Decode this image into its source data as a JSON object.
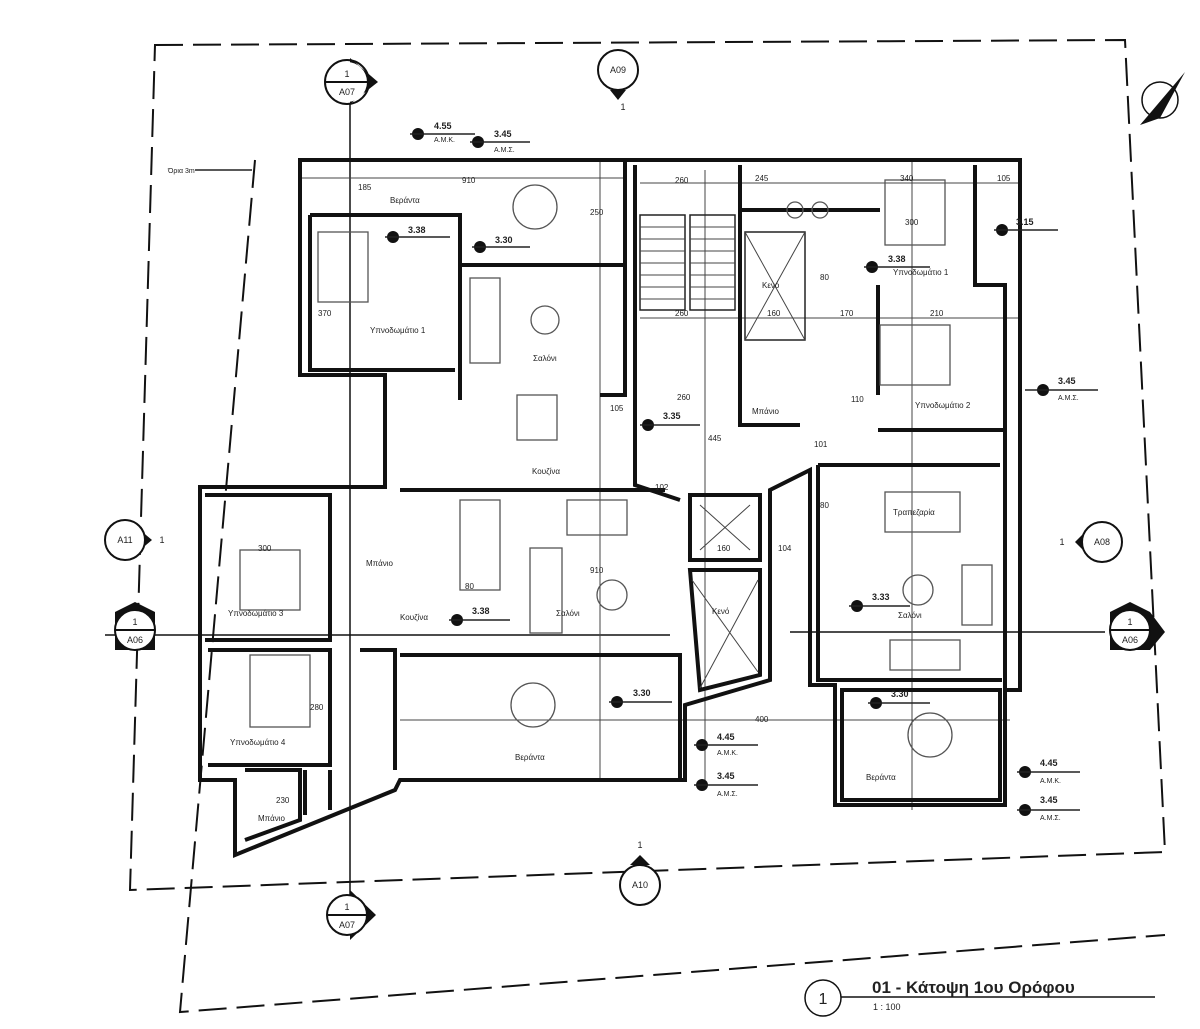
{
  "title": {
    "number": "1",
    "name": "01 - Κάτοψη 1ου Ορόφου",
    "scale": "1 : 100"
  },
  "boundary_label": "Όρια 3m",
  "section_markers": [
    {
      "top": "1",
      "bottom": "A07"
    },
    {
      "top": "A09",
      "bottom": "1"
    },
    {
      "top": "A11",
      "side": "1"
    },
    {
      "top": "A08",
      "side": "1"
    },
    {
      "top": "1",
      "bottom": "A06"
    },
    {
      "top": "1",
      "bottom": "A06"
    },
    {
      "top": "1",
      "bottom": "A10"
    },
    {
      "top": "1",
      "bottom": "A07"
    }
  ],
  "levels": [
    {
      "value": "4.55",
      "note": "A.M.K."
    },
    {
      "value": "3.45",
      "note": "A.M.Σ."
    },
    {
      "value": "3.38"
    },
    {
      "value": "3.30"
    },
    {
      "value": "3.15"
    },
    {
      "value": "3.38"
    },
    {
      "value": "3.45",
      "note": "A.M.Σ."
    },
    {
      "value": "3.35"
    },
    {
      "value": "3.38"
    },
    {
      "value": "3.33"
    },
    {
      "value": "3.30"
    },
    {
      "value": "3.30"
    },
    {
      "value": "4.45",
      "note": "A.M.K."
    },
    {
      "value": "3.45",
      "note": "A.M.Σ."
    },
    {
      "value": "4.45",
      "note": "A.M.K."
    },
    {
      "value": "3.45",
      "note": "A.M.Σ."
    }
  ],
  "rooms": [
    "Βεράντα",
    "Υπνοδωμάτιο 1",
    "Σαλόνι",
    "Κουζίνα",
    "Υπνοδωμάτιο 1",
    "Υπνοδωμάτιο 2",
    "Μπάνιο",
    "Τραπεζαρία",
    "Σαλόνι",
    "Υπνοδωμάτιο 3",
    "Κουζίνα",
    "Σαλόνι",
    "Υπνοδωμάτιο 4",
    "Βεράντα",
    "Βεράντα",
    "Μπάνιο",
    "Κενό",
    "Κενό",
    "Μπάνιο"
  ],
  "dimensions": [
    "910",
    "185",
    "250",
    "260",
    "245",
    "340",
    "105",
    "80",
    "160",
    "170",
    "260",
    "260",
    "445",
    "105",
    "101",
    "110",
    "102",
    "160",
    "104",
    "80",
    "300",
    "400",
    "910",
    "80",
    "230",
    "370",
    "280",
    "210",
    "300"
  ]
}
